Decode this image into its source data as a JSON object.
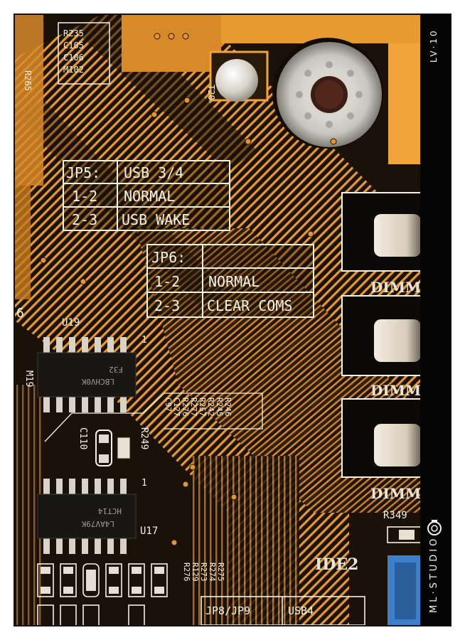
{
  "watermark": {
    "top_label": "LV·10",
    "bottom_label": "ML·STUDIO"
  },
  "silkscreen": {
    "component_block": [
      "R235",
      "C105",
      "C106",
      "M102"
    ],
    "r265": "R265",
    "t20": "T20",
    "jp5_table": {
      "header": [
        "JP5:",
        "USB 3/4"
      ],
      "rows": [
        [
          "1-2",
          "NORMAL"
        ],
        [
          "2-3",
          "USB WAKE"
        ]
      ]
    },
    "jp6_table": {
      "header": [
        "JP6:",
        ""
      ],
      "rows": [
        [
          "1-2",
          "NORMAL"
        ],
        [
          "2-3",
          "CLEAR COMS"
        ]
      ]
    },
    "u19": "U19",
    "u19_pin": "1",
    "u17": "U17",
    "u17_pin": "1",
    "chip_u19_text": [
      "LBCHV0K",
      "F32"
    ],
    "chip_u17_text": [
      "L4AV79K",
      "HCT14"
    ],
    "c110": "C110",
    "r249": "R249",
    "m19": "M19",
    "six": "6",
    "vertical_labels_mid": [
      "C97",
      "C127",
      "R276",
      "R277",
      "R257",
      "R242",
      "R245",
      "R246"
    ],
    "vertical_labels_bottom": [
      "R276",
      "R129",
      "R273",
      "R274",
      "R275"
    ],
    "dimm_labels": [
      "DIMM",
      "DIMM",
      "DIMM"
    ],
    "r349": "R349",
    "ide2": "IDE2",
    "bottom_table": [
      "JP8/JP9",
      "USB4"
    ]
  },
  "colors": {
    "board": "#1a1109",
    "trace": "#e79a2c",
    "trace_dark": "#b86d16",
    "silk": "#f5f2e8",
    "connector_blue": "#3d7fc9"
  }
}
